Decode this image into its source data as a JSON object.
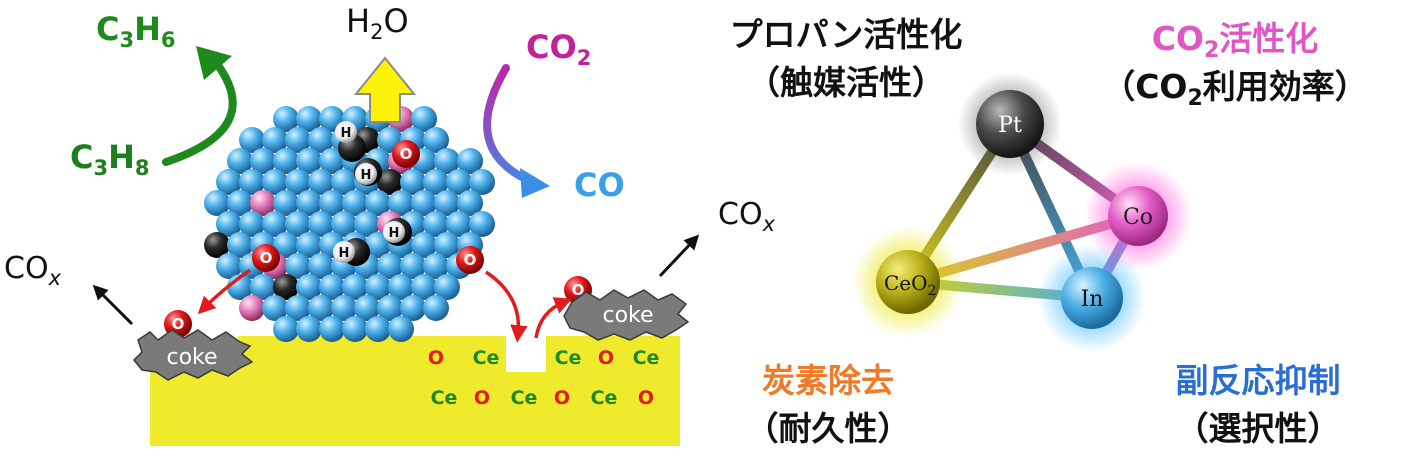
{
  "reaction": {
    "c3h6": {
      "main": "C",
      "s1": "3",
      "mid": "H",
      "s2": "6"
    },
    "c3h8": {
      "main": "C",
      "s1": "3",
      "mid": "H",
      "s2": "8"
    },
    "h2o": {
      "main": "H",
      "sub": "2",
      "tail": "O"
    },
    "co2": {
      "main": "CO",
      "sub": "2"
    },
    "co": "CO",
    "cox": {
      "main": "CO",
      "sub": "x"
    },
    "h_atom": "H",
    "o_atom": "O",
    "coke": "coke",
    "support_row1": [
      "O",
      "Ce",
      "Ce",
      "O",
      "Ce"
    ],
    "support_row2": [
      "Ce",
      "O",
      "Ce",
      "O",
      "Ce",
      "O"
    ]
  },
  "triangle": {
    "pt": "Pt",
    "co": "Co",
    "in": "In",
    "ceo2": {
      "main": "CeO",
      "sub": "2"
    }
  },
  "labels": {
    "propane_title": "プロパン活性化",
    "propane_sub": "（触媒活性）",
    "co2_act": {
      "main": "CO",
      "sub": "2",
      "tail": "活性化"
    },
    "co2_sub": {
      "pre": "（CO",
      "sub": "2",
      "tail": "利用効率）"
    },
    "carbon_title": "炭素除去",
    "carbon_sub": "（耐久性）",
    "side_title": "副反応抑制",
    "side_sub": "（選択性）"
  },
  "colors": {
    "green": "#1e8a1e",
    "magenta": "#c0229a",
    "sky": "#3aa0e6",
    "orange": "#ee7a2a",
    "blue": "#2a6fd0",
    "pink": "#e056c4",
    "support": "#f0ea2c",
    "red": "#e11c1c"
  }
}
